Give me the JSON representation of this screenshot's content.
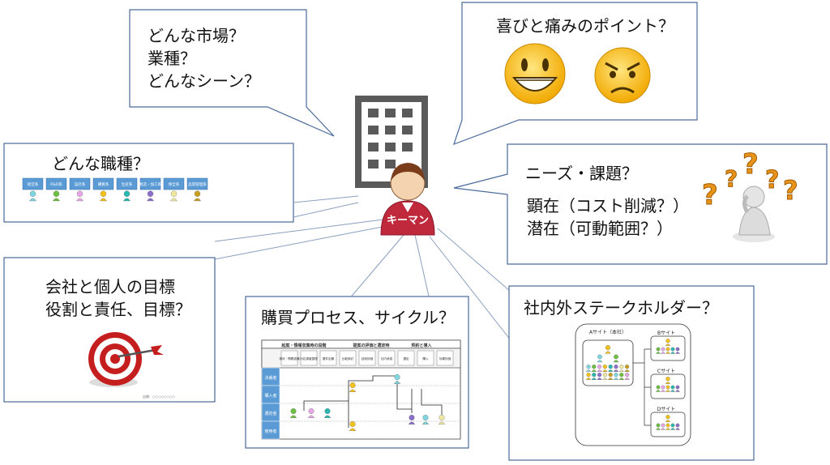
{
  "center": {
    "keyman_label": "キーマン"
  },
  "bubbles": {
    "market": {
      "lines": [
        "どんな市場？",
        "業種？",
        "どんなシーン？"
      ]
    },
    "emotions": {
      "title": "喜びと痛みのポイント？",
      "icons": [
        "grinning-face",
        "angry-face"
      ]
    },
    "occupation": {
      "title": "どんな職種？",
      "roles": [
        "経営系",
        "R&D系",
        "設計系",
        "購買系",
        "生産系",
        "製造・加工系",
        "保全系",
        "品質管理系"
      ],
      "role_colors": [
        "#7fd6e0",
        "#6cbf3f",
        "#e7a6e6",
        "#f2c219",
        "#2ab7b0",
        "#8b6fc9",
        "#f0e8a0",
        "#c8a020"
      ]
    },
    "needs": {
      "title": "ニーズ・課題？",
      "explicit": "顕在（コスト削減？）",
      "latent": "潜在（可動範囲？）"
    },
    "goals": {
      "lines": [
        "会社と個人の目標",
        "役割と責任、目標？"
      ],
      "footnote": "出典：○○○○○○○○"
    },
    "purchase": {
      "title": "購買プロセス、サイクル？",
      "phases": [
        "起案・情報収集時の段階",
        "提案の評価と選定時",
        "契約と導入"
      ],
      "steps": [
        "現状・問題認識",
        "対応調査整理",
        "要件定義",
        "比較検討",
        "技術評価",
        "社内承認",
        "選定",
        "購入",
        "効果評価"
      ],
      "lanes": [
        "決裁者",
        "購入者",
        "選定者",
        "使用者"
      ]
    },
    "stakeholders": {
      "title": "社内外ステークホルダー？",
      "sites": [
        "Aサイト（本社）",
        "Bサイト",
        "Cサイト",
        "Dサイト"
      ]
    }
  },
  "colors": {
    "border": "#4a6a9a",
    "shirt": "#c0283c",
    "role_box": "#5b9bd5",
    "building": "#5a5a5a"
  }
}
